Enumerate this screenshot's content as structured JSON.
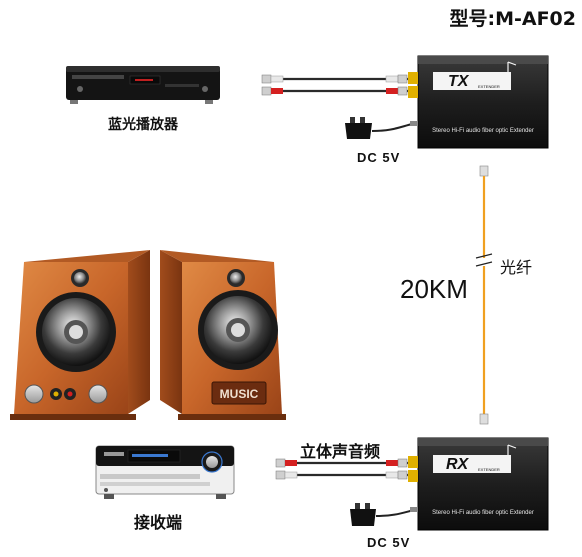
{
  "model_label": "型号:M-AF02",
  "devices": {
    "bluray": {
      "label": "蓝光播放器"
    },
    "receiver": {
      "label": "接收端"
    },
    "speakers": {
      "badge": "MUSIC"
    }
  },
  "tx_unit": {
    "brand": "TX",
    "sub": "EXTENDER",
    "caption": "Stereo Hi-Fi audio fiber optic Extender"
  },
  "rx_unit": {
    "brand": "RX",
    "sub": "EXTENDER",
    "caption": "Stereo Hi-Fi audio fiber optic Extender"
  },
  "power": {
    "tx_label": "DC 5V",
    "rx_label": "DC 5V"
  },
  "fiber": {
    "label": "光纤",
    "distance": "20KM"
  },
  "audio_cable": {
    "label": "立体声音频"
  },
  "colors": {
    "fiber": "#f0a020",
    "box": "#1c1c1c",
    "wood": "#c8662a",
    "rca_red": "#d42020",
    "rca_white": "#e8e8e8",
    "gold": "#e0b000"
  }
}
